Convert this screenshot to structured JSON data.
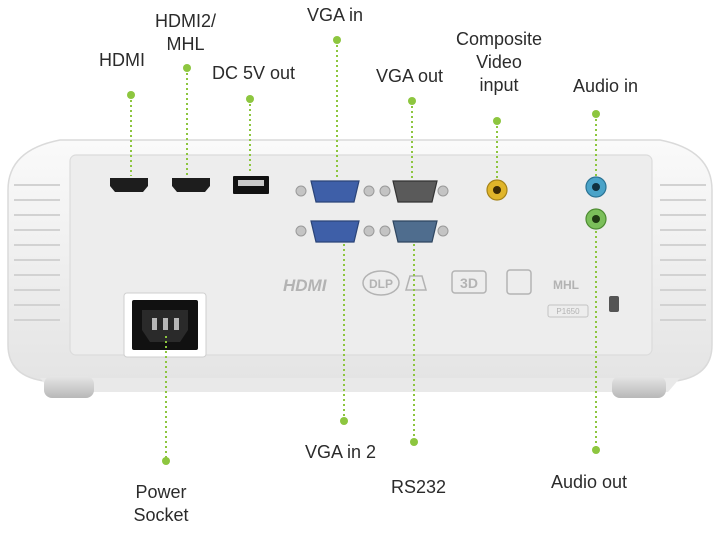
{
  "labels": {
    "hdmi": "HDMI",
    "hdmi2_line1": "HDMI2/",
    "hdmi2_line2": "MHL",
    "dc5v": "DC 5V out",
    "vga_in": "VGA in",
    "vga_out": "VGA out",
    "composite_line1": "Composite",
    "composite_line2": "Video",
    "composite_line3": "input",
    "audio_in": "Audio in",
    "power_line1": "Power",
    "power_line2": "Socket",
    "vga_in2": "VGA in 2",
    "rs232": "RS232",
    "audio_out": "Audio out"
  },
  "panel_logos": {
    "hdmi": "HDMI",
    "dlp": "DLP",
    "three_d": "3D",
    "mhl": "MHL",
    "model": "P1650"
  },
  "colors": {
    "leader": "#8dc63f",
    "body": "#f2f2f2",
    "panel": "#ececec",
    "label_text": "#2b2b2b",
    "vga_blue": "#3e5fa8",
    "rs232_blue": "#4f6d8e",
    "composite_yellow": "#e0b52a",
    "audio_in_blue": "#4aa3c8",
    "audio_out_green": "#7bbf5a"
  }
}
